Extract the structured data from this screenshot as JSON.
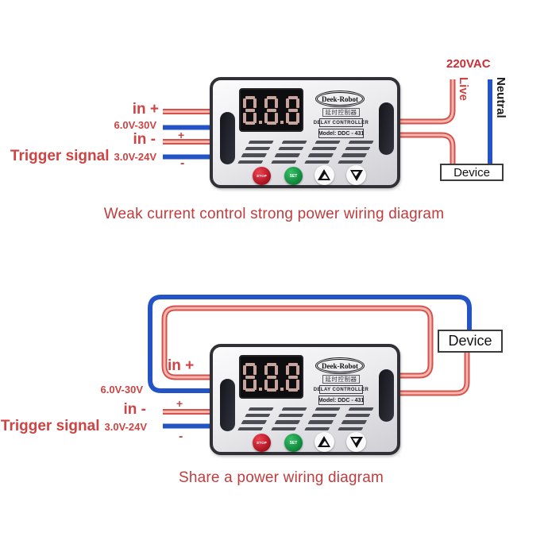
{
  "colors": {
    "wire_red": "#d4524c",
    "wire_red_core": "#f4b6af",
    "wire_blue": "#2353c4",
    "label_red": "#ce4343",
    "title_red": "#c23b3d",
    "vac_red": "#cb2e35",
    "text_dark": "#1b1b1e",
    "display_segment": "#c9a49d",
    "stop_button_red": "#c0121f",
    "set_button_green": "#129a48"
  },
  "module": {
    "brand": "Deek-Robot",
    "brand_cn": "延时控制器",
    "subtitle": "DELAY CONTROLLER",
    "model": "Model: DDC - 431",
    "display_value": "8.8.8",
    "buttons": {
      "stop": "STOP",
      "set": "SET"
    }
  },
  "top_diagram": {
    "title": "Weak current control strong power wiring diagram",
    "labels": {
      "in_plus": "in +",
      "supply_range": "6.0V-30V",
      "in_minus": "in -",
      "trigger": "Trigger signal",
      "trigger_range": "3.0V-24V",
      "plus": "+",
      "minus": "-",
      "vac": "220VAC",
      "live": "Live",
      "neutral": "Neutral",
      "device": "Device"
    }
  },
  "bottom_diagram": {
    "title": "Share a power wiring diagram",
    "labels": {
      "in_plus": "in +",
      "supply_range": "6.0V-30V",
      "in_minus": "in -",
      "trigger": "Trigger signal",
      "trigger_range": "3.0V-24V",
      "plus": "+",
      "minus": "-",
      "device": "Device"
    }
  }
}
